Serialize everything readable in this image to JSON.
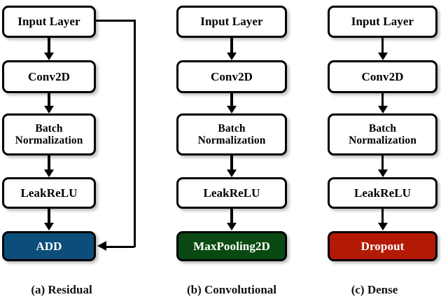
{
  "figure": {
    "background": "#ffffff",
    "border_color": "#000000",
    "columns": [
      {
        "id": "residual",
        "caption": "(a) Residual",
        "nodes": [
          {
            "id": "input",
            "label": "Input Layer",
            "fill": "#ffffff",
            "text_color": "#000000"
          },
          {
            "id": "conv",
            "label": "Conv2D",
            "fill": "#ffffff",
            "text_color": "#000000"
          },
          {
            "id": "bn",
            "label_line1": "Batch",
            "label_line2": "Normalization",
            "fill": "#ffffff",
            "text_color": "#000000"
          },
          {
            "id": "act",
            "label": "LeakReLU",
            "fill": "#ffffff",
            "text_color": "#000000"
          },
          {
            "id": "output",
            "label": "ADD",
            "fill": "#0d4d7a",
            "text_color": "#ffffff"
          }
        ],
        "skip_connection": true
      },
      {
        "id": "convolutional",
        "caption": "(b) Convolutional",
        "nodes": [
          {
            "id": "input",
            "label": "Input Layer",
            "fill": "#ffffff",
            "text_color": "#000000"
          },
          {
            "id": "conv",
            "label": "Conv2D",
            "fill": "#ffffff",
            "text_color": "#000000"
          },
          {
            "id": "bn",
            "label_line1": "Batch",
            "label_line2": "Normalization",
            "fill": "#ffffff",
            "text_color": "#000000"
          },
          {
            "id": "act",
            "label": "LeakReLU",
            "fill": "#ffffff",
            "text_color": "#000000"
          },
          {
            "id": "output",
            "label": "MaxPooling2D",
            "fill": "#0a4a12",
            "text_color": "#ffffff"
          }
        ],
        "skip_connection": false
      },
      {
        "id": "dense",
        "caption": "(c) Dense",
        "nodes": [
          {
            "id": "input",
            "label": "Input Layer",
            "fill": "#ffffff",
            "text_color": "#000000"
          },
          {
            "id": "conv",
            "label": "Conv2D",
            "fill": "#ffffff",
            "text_color": "#000000"
          },
          {
            "id": "bn",
            "label_line1": "Batch",
            "label_line2": "Normalization",
            "fill": "#ffffff",
            "text_color": "#000000"
          },
          {
            "id": "act",
            "label": "LeakReLU",
            "fill": "#ffffff",
            "text_color": "#000000"
          },
          {
            "id": "output",
            "label": "Dropout",
            "fill": "#b31a06",
            "text_color": "#ffffff"
          }
        ],
        "skip_connection": false
      }
    ]
  }
}
